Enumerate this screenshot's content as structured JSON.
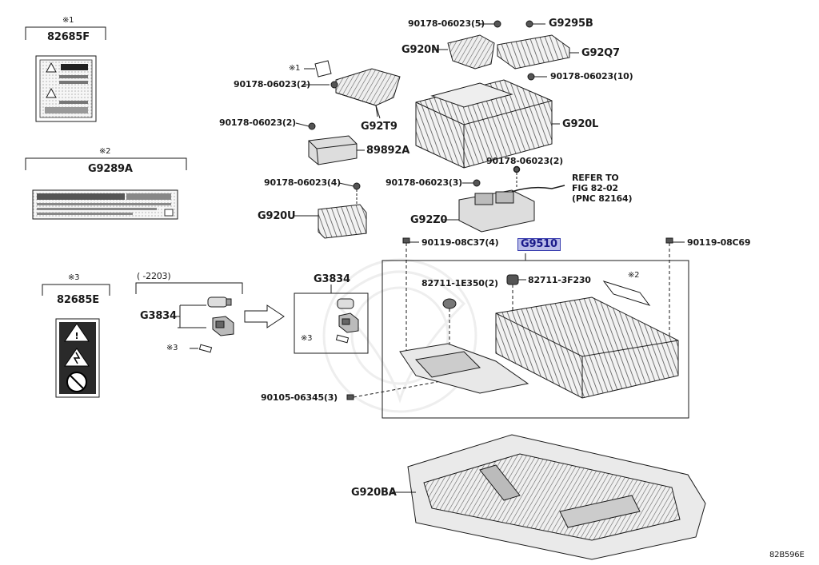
{
  "parts": {
    "p82685F": "82685F",
    "pG9289A": "G9289A",
    "p82685E": "82685E",
    "pG920N": "G920N",
    "pG9295B": "G9295B",
    "pG92Q7": "G92Q7",
    "pG92T9": "G92T9",
    "p89892A": "89892A",
    "pG920L": "G920L",
    "pG920U": "G920U",
    "pG92Z0": "G92Z0",
    "pG9510": "G9510",
    "pG3834_left": "G3834",
    "pG3834_box": "G3834",
    "p82711_1E350": "82711-1E350(2)",
    "p82711_3F230": "82711-3F230",
    "pG920BA": "G920BA",
    "n_06023_5": "90178-06023(5)",
    "n_06023_10": "90178-06023(10)",
    "n_06023_2a": "90178-06023(2)",
    "n_06023_2b": "90178-06023(2)",
    "n_06023_2c": "90178-06023(2)",
    "n_06023_4": "90178-06023(4)",
    "n_06023_3": "90178-06023(3)",
    "n_08C37": "90119-08C37(4)",
    "n_08C69": "90119-08C69",
    "n_06345": "90105-06345(3)"
  },
  "notes": {
    "n1a": "※1",
    "n1b": "※1",
    "n2a": "※2",
    "n2b": "※2",
    "n3a": "※3",
    "n3b": "※3",
    "n3c": "※3"
  },
  "refer": {
    "line1": "REFER TO",
    "line2": "FIG 82-02",
    "line3": "(PNC 82164)"
  },
  "date_range": "(     -2203)",
  "figure_id": "82B596E",
  "colors": {
    "highlight_bg": "#b9bce8",
    "highlight_border": "#3a3fb0",
    "line": "#1a1a1a",
    "fill": "#e6e6e6"
  }
}
